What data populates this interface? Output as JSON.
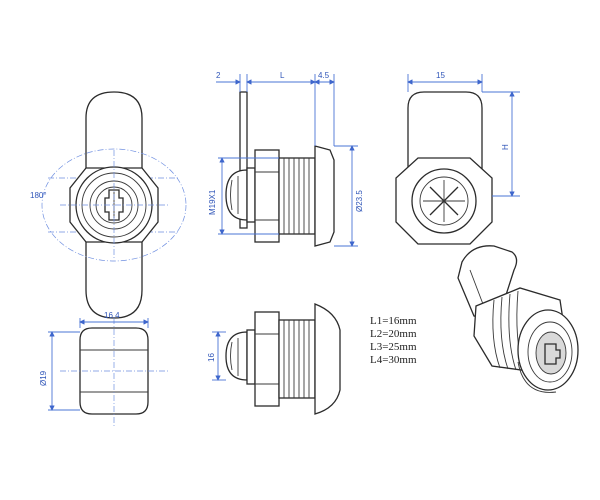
{
  "dimensions": {
    "angle_label": "180°",
    "top_dim_left": "2",
    "top_dim_mid": "L",
    "top_dim_right": "4.5",
    "thread_label": "M19X1",
    "diameter_side": "Ø23.5",
    "cam_width": "15",
    "cam_height": "H",
    "flat_width": "16.4",
    "diameter_front": "Ø19",
    "height_16": "16"
  },
  "lengths": [
    {
      "text": "L1=16mm"
    },
    {
      "text": "L2=20mm"
    },
    {
      "text": "L3=25mm"
    },
    {
      "text": "L4=30mm"
    }
  ],
  "colors": {
    "line": "#2b2b2b",
    "dimension": "#4a74d6",
    "dimension_text": "#2f55b8"
  }
}
